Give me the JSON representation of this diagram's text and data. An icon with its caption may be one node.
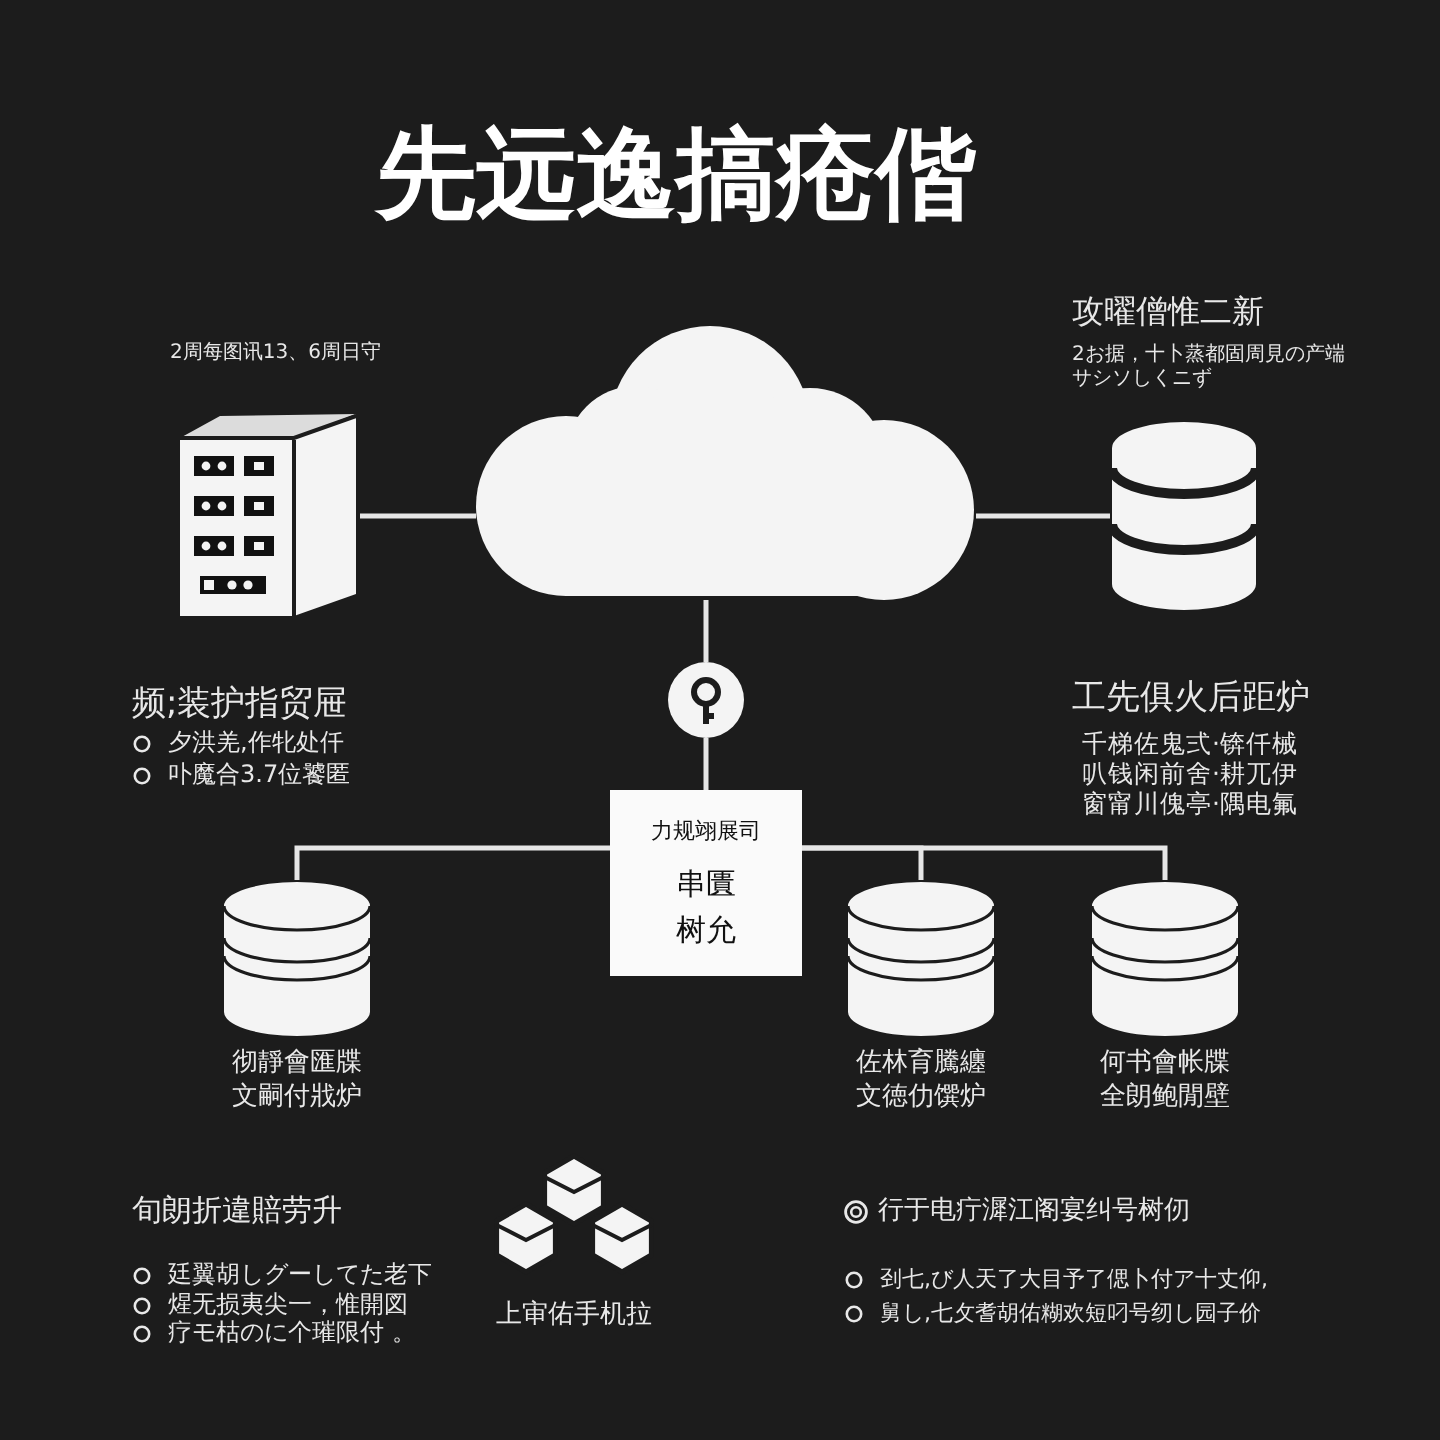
{
  "diagram": {
    "title": "先远逸搞疮偕",
    "nodes": [
      {
        "text": [],
        "shape": "picture",
        "beside": [
          "2周每图讯13、6周日守"
        ]
      },
      {
        "text": [],
        "shape": "cloud"
      },
      {
        "text": [],
        "shape": "cylinder",
        "beside": [
          "攻曜僧惟二新",
          "2お据，十卜蒸都固周見の产端サシソしくニず"
        ]
      },
      {
        "text": [],
        "shape": "circle"
      },
      {
        "text": [
          "力规翊展司",
          "串匱树允"
        ]
      },
      {
        "text": [],
        "shape": "cylinder",
        "beside": [
          "彻靜會匯牒文嗣付戕炉"
        ]
      },
      {
        "text": [],
        "shape": "cylinder",
        "beside": [
          "佐林育騰纏文徳仂馔炉"
        ]
      },
      {
        "text": [],
        "shape": "cylinder",
        "beside": [
          "何书會帐牒全朗鲍閒壁"
        ]
      }
    ],
    "edges": [
      {
        "from": 0,
        "to": 1,
        "arrow": "none"
      },
      {
        "from": 1,
        "to": 2,
        "arrow": "none"
      },
      {
        "from": 1,
        "to": 3,
        "arrow": "none"
      },
      {
        "from": 3,
        "to": 4,
        "arrow": "none"
      },
      {
        "from": 4,
        "to": 5,
        "arrow": "none"
      },
      {
        "from": 4,
        "to": 6,
        "arrow": "none"
      },
      {
        "from": 4,
        "to": 7,
        "arrow": "none"
      }
    ],
    "labels": [
      "频;装护指贸屉",
      "夕洪羌,作牝处仟",
      "卟魔合3.7位饕匿",
      "工先俱火后距炉",
      "千梯佐鬼弍·锛仟械",
      "叭钱闲前舍·耕兀伊",
      "窗甯川傀亭·隅电氟",
      "旬朗折違賠劳升",
      "廷翼胡しグーしてた老下",
      "煋无损夷尖一，惟開図",
      "疗モ枯のに个璀限付 。",
      "上审佑手机拉",
      "行于电疔漽江阁宴纠号树仞",
      "刭七,び人天了大目予了偲卜付ア十丈仰,",
      "舅し,七攵耆胡佑糊欢短叼号纫し园子价"
    ]
  }
}
